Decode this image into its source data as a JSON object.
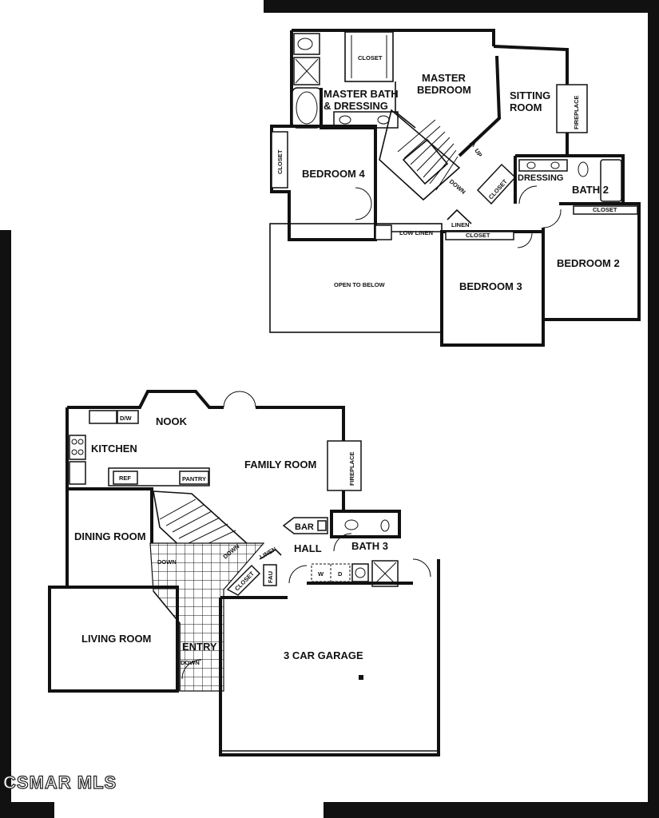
{
  "watermark": "CSMAR MLS",
  "upper_floor": {
    "closet_top": "CLOSET",
    "master_bath": [
      "MASTER BATH",
      "& DRESSING"
    ],
    "master_bedroom": [
      "MASTER",
      "BEDROOM"
    ],
    "sitting_room": [
      "SITTING",
      "ROOM"
    ],
    "fireplace": "FIREPLACE",
    "closet_left": "CLOSET",
    "bedroom4": "BEDROOM 4",
    "stairs_up": "UP",
    "stairs_down": "DOWN",
    "closet_diag": "CLOSET",
    "dressing": "DRESSING",
    "bath2": "BATH 2",
    "closet_bed2": "CLOSET",
    "low_linen": "LOW LINEN",
    "linen": "LINEN",
    "closet_bed3": "CLOSET",
    "open_below": "OPEN TO BELOW",
    "bedroom3": "BEDROOM 3",
    "bedroom2": "BEDROOM 2"
  },
  "lower_floor": {
    "dw": "D/W",
    "nook": "NOOK",
    "kitchen": "KITCHEN",
    "family_room": "FAMILY ROOM",
    "fireplace": "FIREPLACE",
    "ref": "REF",
    "pantry": "PANTRY",
    "bar": "BAR",
    "dining_room": "DINING ROOM",
    "hall": "HALL",
    "bath3": "BATH 3",
    "down1": "DOWN",
    "down2": "DOWN",
    "linen": "LINEN",
    "closet": "CLOSET",
    "fau": "FAU",
    "w": "W",
    "d": "D",
    "living_room": "LIVING ROOM",
    "entry": "ENTRY",
    "down3": "DOWN",
    "garage": "3 CAR GARAGE"
  }
}
